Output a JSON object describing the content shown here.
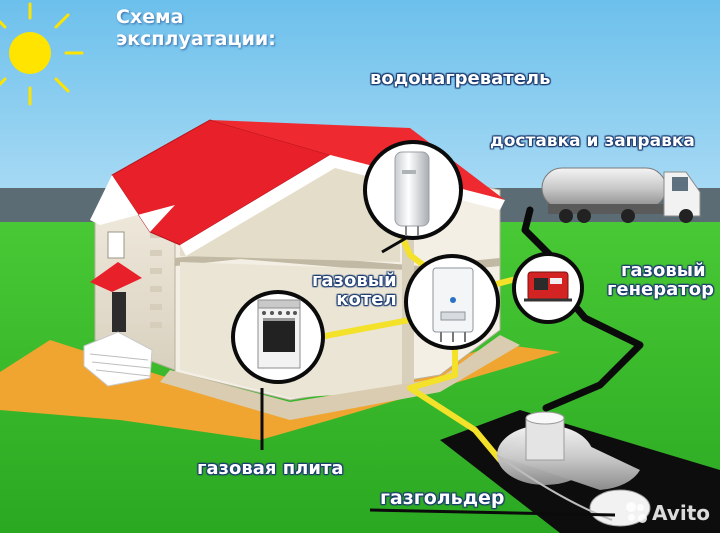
{
  "title": {
    "line1": "Схема",
    "line2": "эксплуатации:"
  },
  "labels": {
    "water_heater": "водонагреватель",
    "delivery": "доставка и заправка",
    "boiler_line1": "газовый",
    "boiler_line2": "котел",
    "generator_line1": "газовый",
    "generator_line2": "генератор",
    "stove": "газовая плита",
    "gas_holder": "газгольдер"
  },
  "watermark": "Avito",
  "colors": {
    "sky": "#7fc7ee",
    "grass": "#3cbf2e",
    "roof": "#e8202a",
    "pipe_gas": "#f3e12a",
    "pipe_black": "#0b0b0b",
    "sun": "#ffe400",
    "yard": "#f0a530"
  },
  "icons": [
    "sun-icon",
    "house-icon",
    "tanker-truck-icon",
    "water-heater-icon",
    "gas-boiler-icon",
    "gas-generator-icon",
    "gas-stove-icon",
    "gas-holder-tank-icon"
  ]
}
